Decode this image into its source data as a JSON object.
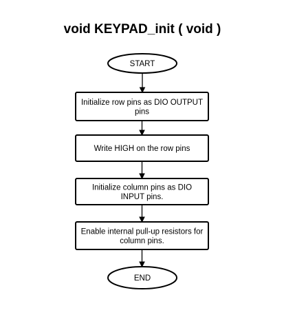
{
  "diagram": {
    "title": "void KEYPAD_init ( void )",
    "nodes": [
      {
        "id": "start",
        "shape": "terminal",
        "lines": [
          "START"
        ]
      },
      {
        "id": "step1",
        "shape": "process",
        "lines": [
          "Initialize row pins as DIO OUTPUT",
          "pins"
        ]
      },
      {
        "id": "step2",
        "shape": "process",
        "lines": [
          "Write HIGH on the row pins"
        ]
      },
      {
        "id": "step3",
        "shape": "process",
        "lines": [
          "Initialize column pins as DIO",
          "INPUT pins."
        ]
      },
      {
        "id": "step4",
        "shape": "process",
        "lines": [
          "Enable internal pull-up resistors for",
          "column pins."
        ]
      },
      {
        "id": "end",
        "shape": "terminal",
        "lines": [
          "END"
        ]
      }
    ],
    "edges": [
      {
        "from": "start",
        "to": "step1"
      },
      {
        "from": "step1",
        "to": "step2"
      },
      {
        "from": "step2",
        "to": "step3"
      },
      {
        "from": "step3",
        "to": "step4"
      },
      {
        "from": "step4",
        "to": "end"
      }
    ]
  }
}
